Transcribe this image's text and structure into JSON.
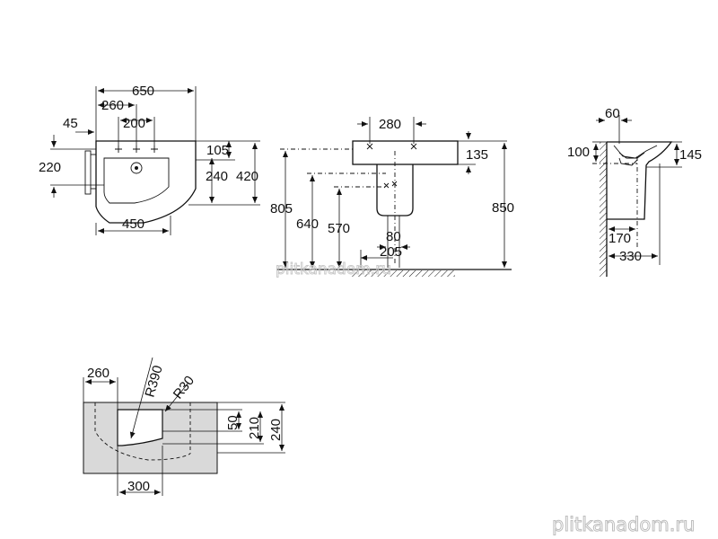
{
  "watermark": {
    "center": "plitkanadom.ru",
    "corner": "plitkanadom.ru"
  },
  "top_view": {
    "width": "650",
    "offset": "260",
    "holes": "200",
    "side": "45",
    "bowl_depth": "220",
    "front": "105",
    "inner": "240",
    "depth": "420",
    "bottom": "450"
  },
  "front_view": {
    "holes": "280",
    "rim": "135",
    "h805": "805",
    "h640": "640",
    "h570": "570",
    "h850": "850",
    "w80": "80",
    "w205": "205"
  },
  "side_view": {
    "d60": "60",
    "h100": "100",
    "h145": "145",
    "d170": "170",
    "d330": "330"
  },
  "cutout_view": {
    "offset": "260",
    "r390": "R390",
    "r30": "R30",
    "h50": "50",
    "h210": "210",
    "h240": "240",
    "w300": "300"
  }
}
